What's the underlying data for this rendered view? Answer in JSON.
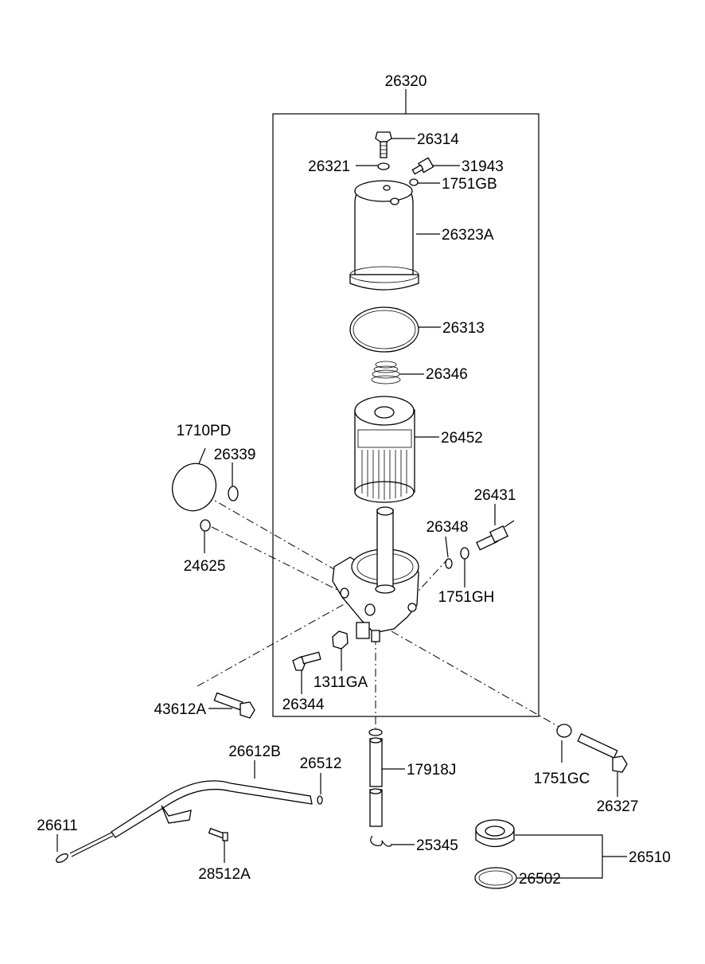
{
  "labels": {
    "p26320": "26320",
    "p26314": "26314",
    "p26321": "26321",
    "p31943": "31943",
    "p1751GB": "1751GB",
    "p26323A": "26323A",
    "p26313": "26313",
    "p26346": "26346",
    "p26452": "26452",
    "p1710PD": "1710PD",
    "p26339": "26339",
    "p24625": "24625",
    "p26431": "26431",
    "p26348": "26348",
    "p1751GH": "1751GH",
    "p1311GA": "1311GA",
    "p26344": "26344",
    "p43612A": "43612A",
    "p26612B": "26612B",
    "p26512": "26512",
    "p17918J": "17918J",
    "p1751GC": "1751GC",
    "p26327": "26327",
    "p26611": "26611",
    "p28512A": "28512A",
    "p25345": "25345",
    "p26510": "26510",
    "p26502": "26502"
  }
}
